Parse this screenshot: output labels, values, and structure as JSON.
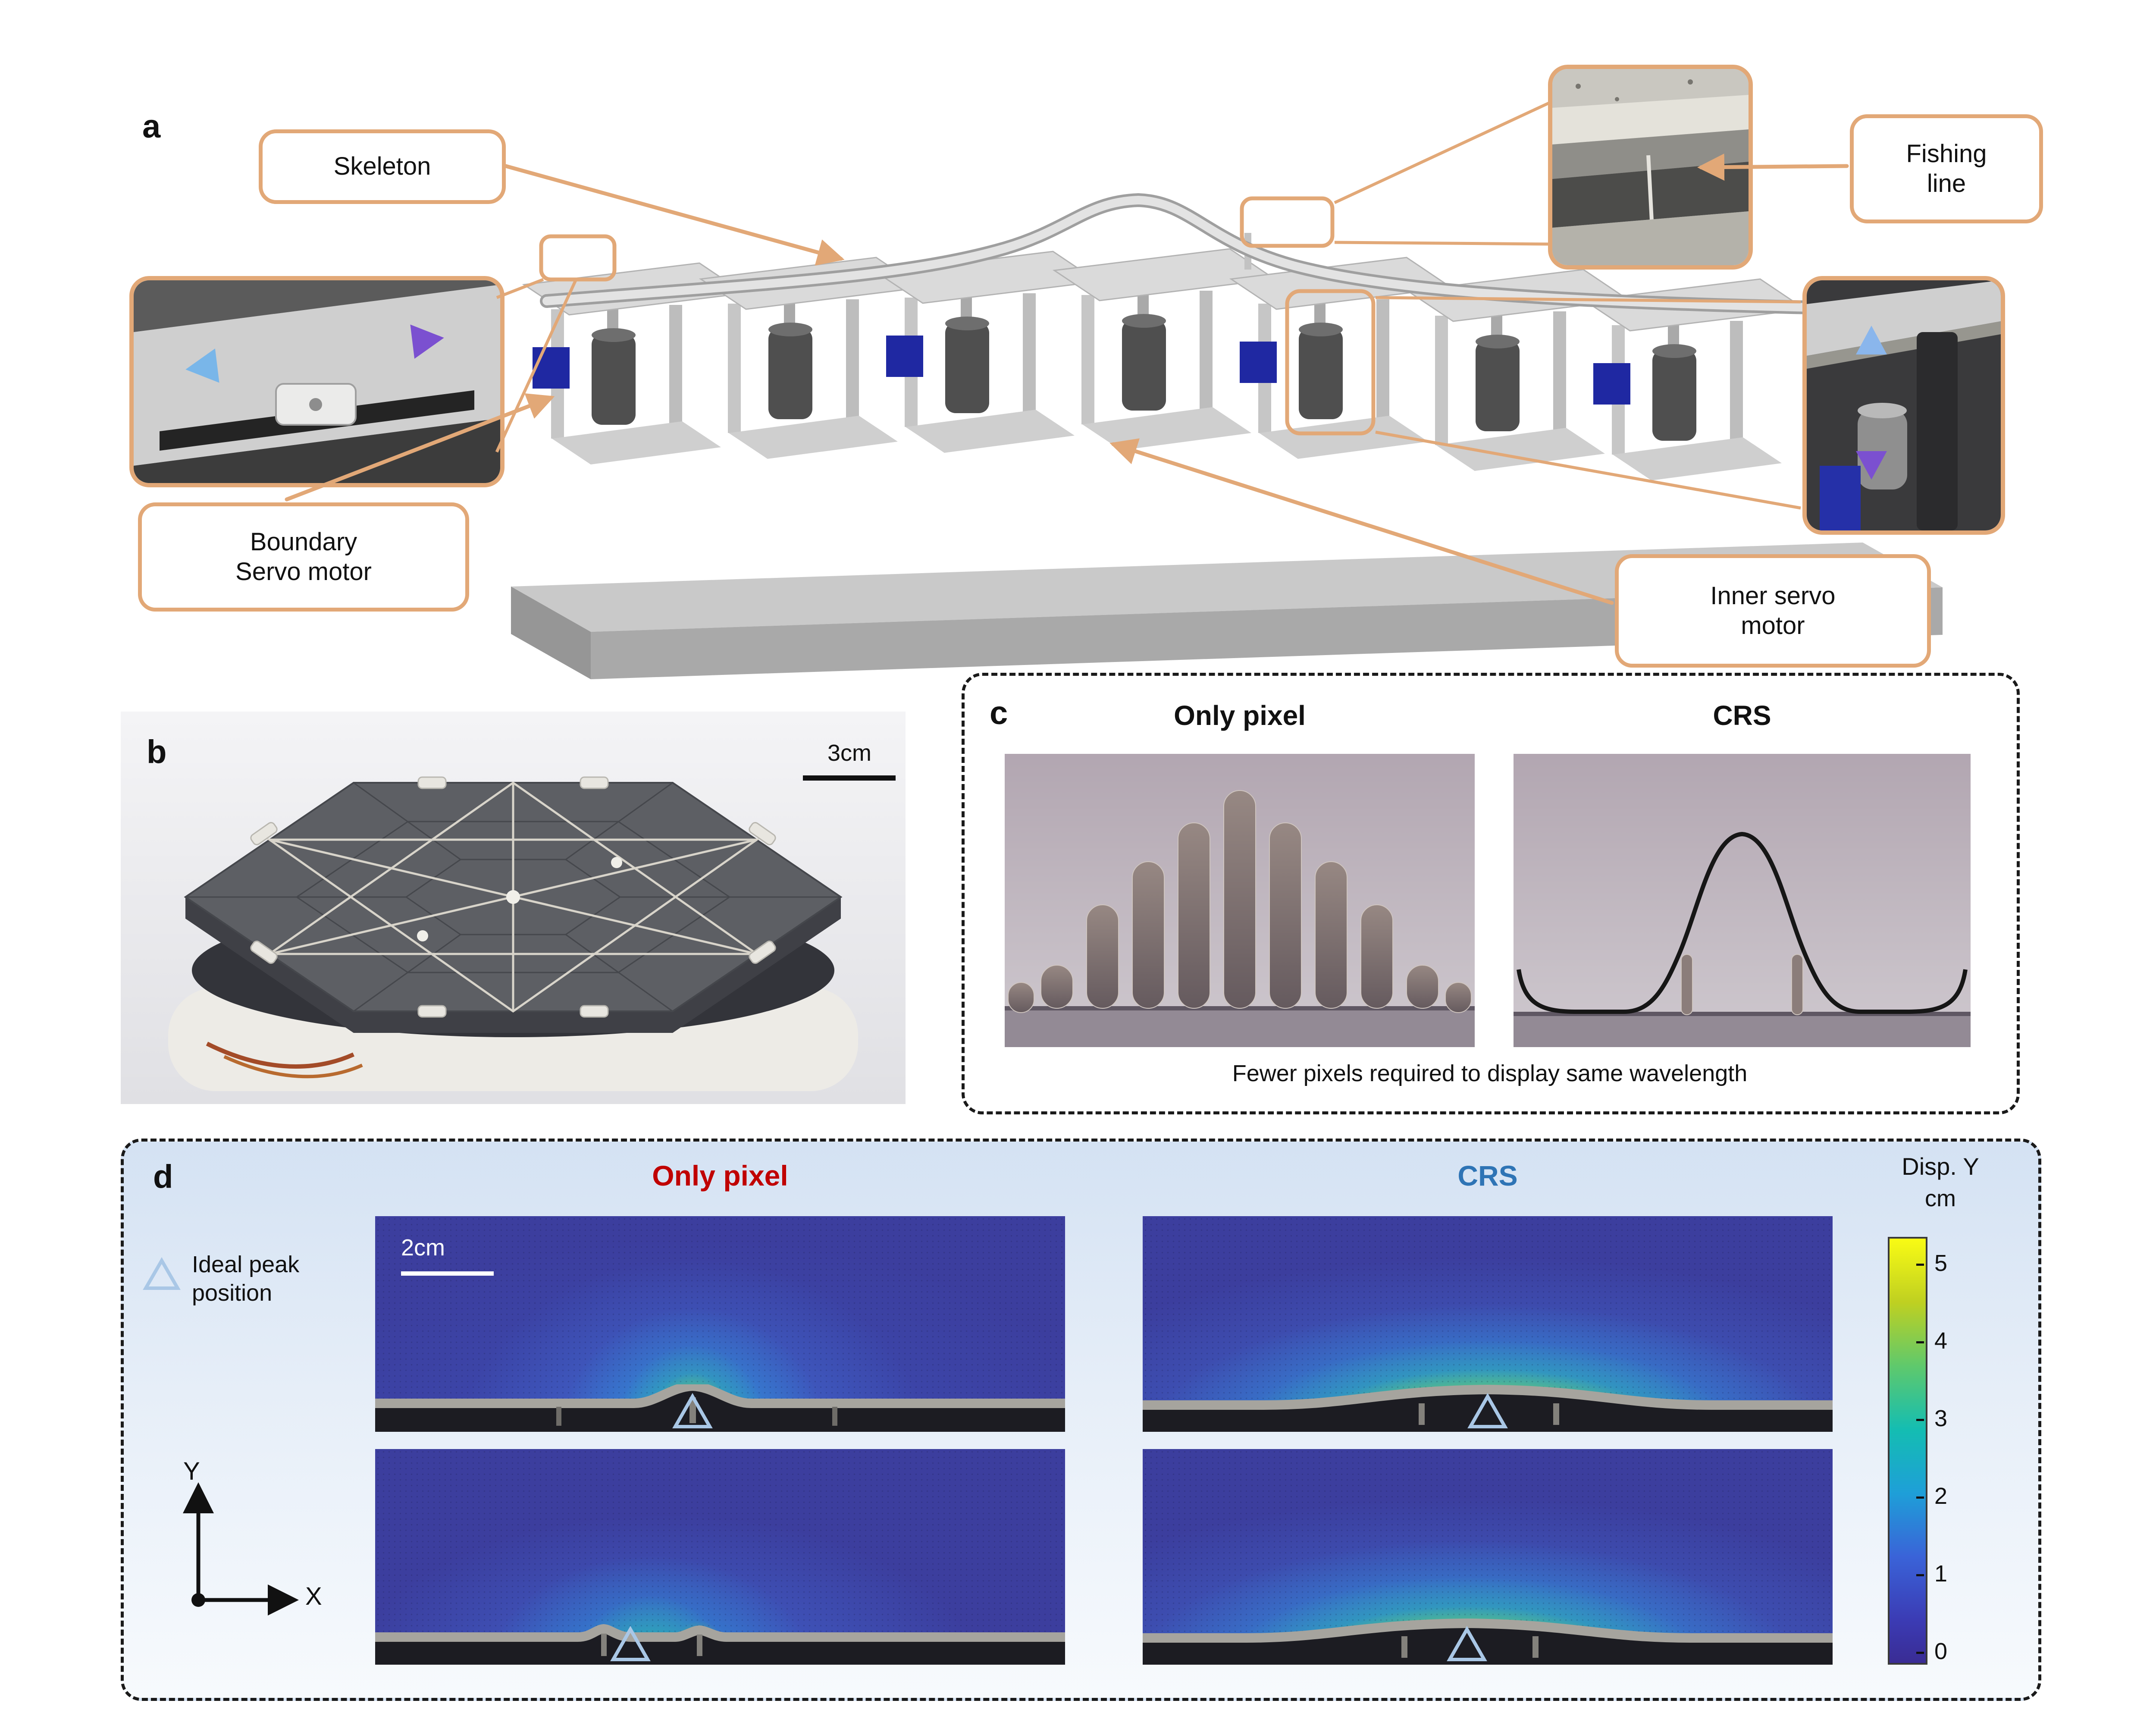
{
  "colors": {
    "callout_border": "#e2a877",
    "only_pixel_title": "#c00000",
    "crs_title": "#2e74b5",
    "heatmap_background": "#3c3e9e",
    "colorbar_top": "#f9fb14",
    "colorbar_bottom": "#3a2c94",
    "triangle_marker": "#a9c7e6",
    "panel_d_background": "#d8e5f4"
  },
  "panel_a": {
    "label": "a",
    "callouts": {
      "skeleton": "Skeleton",
      "fishing_line": [
        "Fishing",
        "line"
      ],
      "boundary_servo": [
        "Boundary",
        "Servo motor"
      ],
      "inner_servo": [
        "Inner servo",
        "motor"
      ]
    }
  },
  "panel_b": {
    "label": "b",
    "scale_bar": "3cm"
  },
  "panel_c": {
    "label": "c",
    "only_pixel_title": "Only pixel",
    "crs_title": "CRS",
    "caption": "Fewer pixels required to display same wavelength"
  },
  "panel_d": {
    "label": "d",
    "only_pixel_title": "Only pixel",
    "crs_title": "CRS",
    "legend": [
      "Ideal peak",
      "position"
    ],
    "scale_bar": "2cm",
    "axis_x": "X",
    "axis_y": "Y",
    "colorbar": {
      "title": "Disp. Y",
      "unit": "cm",
      "ticks": [
        "5",
        "4",
        "3",
        "2",
        "1",
        "0"
      ]
    }
  }
}
